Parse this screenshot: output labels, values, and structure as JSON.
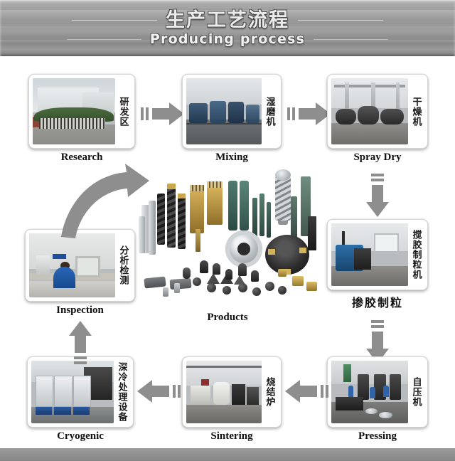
{
  "header": {
    "title_cn": "生产工艺流程",
    "title_en": "Producing process"
  },
  "steps": [
    {
      "id": "research",
      "caption": "Research",
      "caption_lang": "en",
      "vertical_label": "研发区",
      "photo_alt": "factory-building-gate"
    },
    {
      "id": "mixing",
      "caption": "Mixing",
      "caption_lang": "en",
      "vertical_label": "湿磨机",
      "photo_alt": "wet-grinding-mills"
    },
    {
      "id": "spray-dry",
      "caption": "Spray Dry",
      "caption_lang": "en",
      "vertical_label": "干燥机",
      "photo_alt": "spray-drying-machines"
    },
    {
      "id": "granulating",
      "caption": "掺胶制粒",
      "caption_lang": "cn",
      "vertical_label": "搅胶制粒机",
      "photo_alt": "glue-mixing-granulator"
    },
    {
      "id": "pressing",
      "caption": "Pressing",
      "caption_lang": "en",
      "vertical_label": "自压机",
      "photo_alt": "automatic-pressing-machines"
    },
    {
      "id": "sintering",
      "caption": "Sintering",
      "caption_lang": "en",
      "vertical_label": "烧结炉",
      "photo_alt": "sintering-furnace"
    },
    {
      "id": "cryogenic",
      "caption": "Cryogenic",
      "caption_lang": "en",
      "vertical_label": "深冷处理设备",
      "photo_alt": "cryogenic-treatment-equipment"
    },
    {
      "id": "inspection",
      "caption": "Inspection",
      "caption_lang": "en",
      "vertical_label": "分析检测",
      "photo_alt": "analysis-inspection-lab"
    }
  ],
  "center": {
    "caption": "Products",
    "photo_alt": "carbide-cutting-tools-collage"
  },
  "arrows": [
    {
      "id": "research-to-mixing",
      "direction": "right"
    },
    {
      "id": "mixing-to-spray-dry",
      "direction": "right"
    },
    {
      "id": "spray-dry-to-granulating",
      "direction": "down"
    },
    {
      "id": "granulating-to-pressing",
      "direction": "down"
    },
    {
      "id": "pressing-to-sintering",
      "direction": "left"
    },
    {
      "id": "sintering-to-cryogenic",
      "direction": "left"
    },
    {
      "id": "cryogenic-to-inspection",
      "direction": "up"
    },
    {
      "id": "inspection-to-products",
      "direction": "curved-right"
    }
  ],
  "colors": {
    "header_gray": "#9a9a9a",
    "arrow_gray": "#8c8c8c",
    "card_bg": "#ffffff",
    "text_dark": "#111111",
    "footer_gray": "#8f8f8f"
  }
}
